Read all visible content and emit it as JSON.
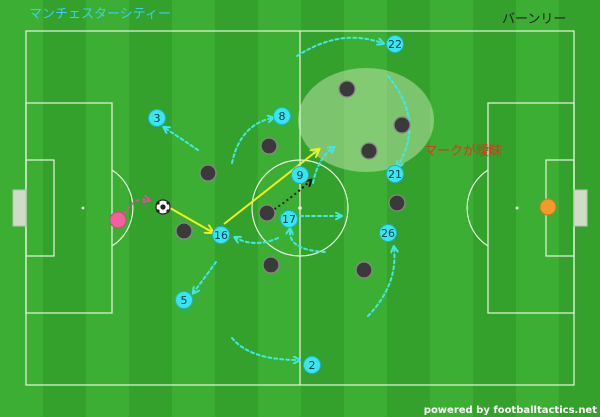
{
  "header": {
    "home_team": "マンチェスターシティー",
    "away_team": "バーンリー"
  },
  "annotation": {
    "text": "マークが曖昧"
  },
  "footer": {
    "credit": "powered by footballtactics.net"
  },
  "home_players": [
    {
      "number": "22"
    },
    {
      "number": "8"
    },
    {
      "number": "3"
    },
    {
      "number": "9"
    },
    {
      "number": "21"
    },
    {
      "number": "17"
    },
    {
      "number": "16"
    },
    {
      "number": "26"
    },
    {
      "number": "5"
    },
    {
      "number": "2"
    }
  ],
  "colors": {
    "pitch_dark": "#33a12c",
    "pitch_light": "#3fb236",
    "line": "#e8f5e0",
    "home_player": "#38e5f0",
    "home_player_text": "#0a3a4a",
    "away_player": "#3a3a3a",
    "pass": "#f2f21a",
    "run": "#40e8e8",
    "annotation": "#e0341c",
    "home_title": "#3ad0f5",
    "away_title": "#222222",
    "credit": "#ffffff",
    "home_keeper": "#f2619e",
    "away_keeper": "#f39a2a"
  }
}
